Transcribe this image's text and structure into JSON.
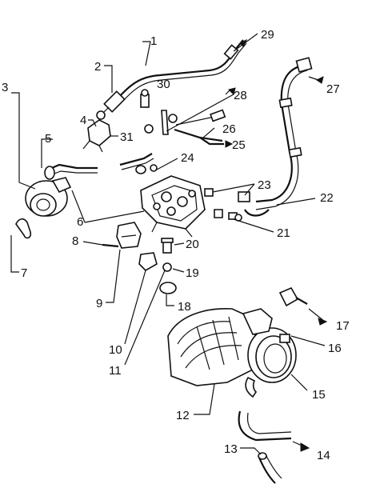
{
  "callouts": [
    {
      "id": "c1",
      "text": "1"
    },
    {
      "id": "c2",
      "text": "2"
    },
    {
      "id": "c3",
      "text": "3"
    },
    {
      "id": "c4",
      "text": "4"
    },
    {
      "id": "c5",
      "text": "5"
    },
    {
      "id": "c6",
      "text": "6"
    },
    {
      "id": "c7",
      "text": "7"
    },
    {
      "id": "c8",
      "text": "8"
    },
    {
      "id": "c9",
      "text": "9"
    },
    {
      "id": "c10",
      "text": "10"
    },
    {
      "id": "c11",
      "text": "11"
    },
    {
      "id": "c12",
      "text": "12"
    },
    {
      "id": "c13",
      "text": "13"
    },
    {
      "id": "c14",
      "text": "14"
    },
    {
      "id": "c15",
      "text": "15"
    },
    {
      "id": "c16",
      "text": "16"
    },
    {
      "id": "c17",
      "text": "17"
    },
    {
      "id": "c18",
      "text": "18"
    },
    {
      "id": "c19",
      "text": "19"
    },
    {
      "id": "c20",
      "text": "20"
    },
    {
      "id": "c21",
      "text": "21"
    },
    {
      "id": "c22",
      "text": "22"
    },
    {
      "id": "c23",
      "text": "23"
    },
    {
      "id": "c24",
      "text": "24"
    },
    {
      "id": "c25",
      "text": "25"
    },
    {
      "id": "c26",
      "text": "26"
    },
    {
      "id": "c27",
      "text": "27"
    },
    {
      "id": "c28",
      "text": "28"
    },
    {
      "id": "c29",
      "text": "29"
    },
    {
      "id": "c30",
      "text": "30"
    },
    {
      "id": "c31",
      "text": "31"
    }
  ]
}
